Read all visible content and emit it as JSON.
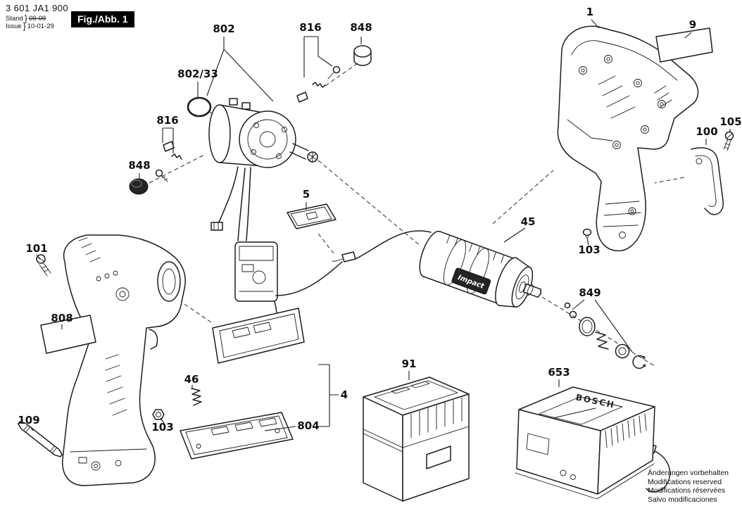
{
  "header": {
    "type_number": "3 601 JA1 900",
    "stand_label": "Stand",
    "issue_label": "Issue",
    "brace": "}",
    "superseded_date": "09-09",
    "issue_date": "10-01-29",
    "figure_label": "Fig./Abb. 1"
  },
  "drawing": {
    "impact_label": "Impact",
    "charger_brand": "BOSCH"
  },
  "callouts": {
    "motor": {
      "ref": "802"
    },
    "brushes_upper": {
      "ref": "816"
    },
    "sleeve_upper": {
      "ref": "848"
    },
    "oring": {
      "ref": "802/33"
    },
    "brushes_lower": {
      "ref": "816"
    },
    "cap_lower": {
      "ref": "848"
    },
    "cover_plate": {
      "ref": "5"
    },
    "housing": {
      "ref": "1"
    },
    "label_right": {
      "ref": "9"
    },
    "belt_clip": {
      "ref": "100"
    },
    "clip_screw": {
      "ref": "105"
    },
    "housing_screw": {
      "ref": "103"
    },
    "impact_mechanism": {
      "ref": "45"
    },
    "anvil_set": {
      "ref": "849"
    },
    "screw_left": {
      "ref": "101"
    },
    "label_left": {
      "ref": "808"
    },
    "screwdriver_bit": {
      "ref": "109"
    },
    "spring": {
      "ref": "46"
    },
    "nut": {
      "ref": "103"
    },
    "switch_assembly": {
      "ref": "4"
    },
    "contact_plate": {
      "ref": "804"
    },
    "battery_pack": {
      "ref": "91"
    },
    "charger": {
      "ref": "653"
    }
  },
  "footer": {
    "lines": [
      "Änderungen vorbehalten",
      "Modifications reserved",
      "Modifications réservées",
      "Salvo modificaciones"
    ]
  }
}
